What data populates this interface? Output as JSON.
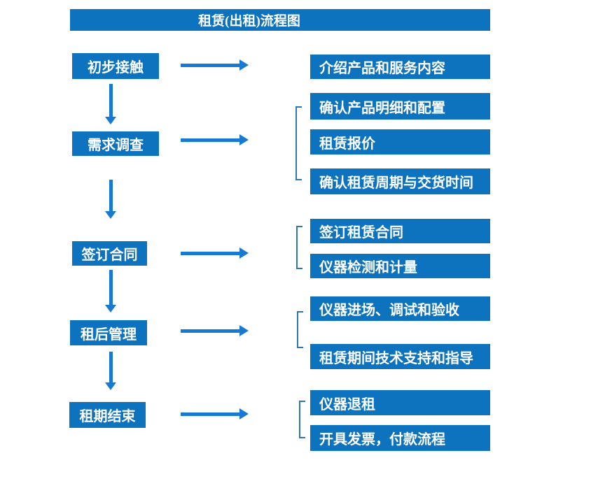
{
  "title": "租赁(出租)流程图",
  "colors": {
    "box_blue": "#0d73be",
    "arrow_blue": "#1879d2",
    "bracket_blue": "#2e75b6",
    "text_white": "#ffffff"
  },
  "flow": {
    "stages": [
      {
        "label": "初步接触",
        "outputs": [
          "介绍产品和服务内容"
        ]
      },
      {
        "label": "需求调查",
        "outputs": [
          "确认产品明细和配置",
          "租赁报价",
          "确认租赁周期与交货时间"
        ]
      },
      {
        "label": "签订合同",
        "outputs": [
          "签订租赁合同",
          "仪器检测和计量"
        ]
      },
      {
        "label": "租后管理",
        "outputs": [
          "仪器进场、调试和验收",
          "租赁期间技术支持和指导"
        ]
      },
      {
        "label": "租期结束",
        "outputs": [
          "仪器退租",
          "开具发票，付款流程"
        ]
      }
    ]
  }
}
